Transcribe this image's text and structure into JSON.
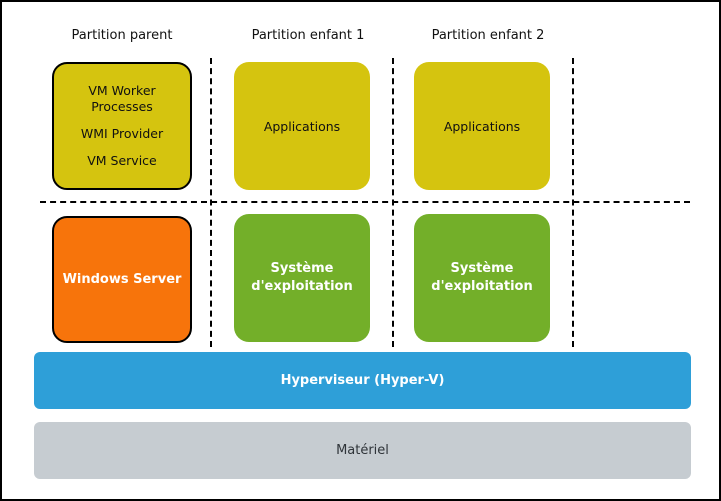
{
  "headers": {
    "parent": "Partition parent",
    "child1": "Partition enfant 1",
    "child2": "Partition enfant 2"
  },
  "parent_partition": {
    "items": [
      "VM Worker Processes",
      "WMI Provider",
      "VM Service"
    ],
    "os_label": "Windows Server"
  },
  "child_partitions": {
    "apps_label": "Applications",
    "os_label": "Système d'exploitation"
  },
  "layers": {
    "hypervisor": "Hyperviseur (Hyper-V)",
    "hardware": "Matériel"
  },
  "colors": {
    "yellow": "#d5c40f",
    "orange": "#f7740b",
    "green": "#73af29",
    "blue": "#2e9fd8",
    "gray": "#c6ccd1",
    "border": "#000000"
  }
}
